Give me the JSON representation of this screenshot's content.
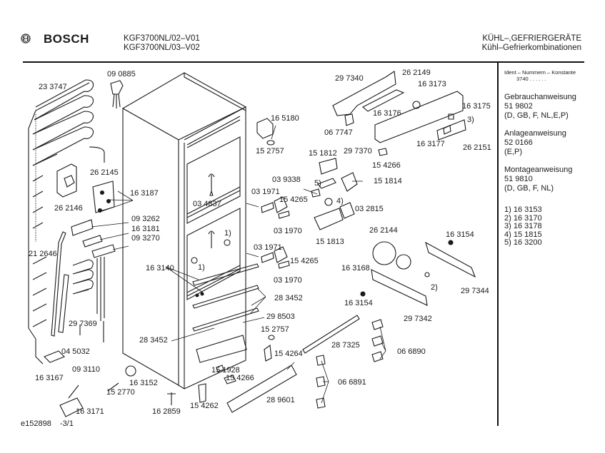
{
  "header": {
    "brand_icon": "bosch-logo-icon",
    "brand": "BOSCH",
    "models": [
      "KGF3700NL/02–V01",
      "KGF3700NL/03–V02"
    ],
    "category_upper": "KÜHL–,GEFRIERGERÄTE",
    "category": "Kühl–Gefrierkombinationen"
  },
  "sidebar": {
    "ident_label": "Ident – Nummern – Konstante",
    "ident_value": "3740 . . . . . .",
    "documents": [
      {
        "title": "Gebrauchanweisung",
        "number": "51 9802",
        "langs": "(D, GB, F, NL,E,P)"
      },
      {
        "title": "Anlageanweisung",
        "number": "52 0166",
        "langs": "(E,P)"
      },
      {
        "title": "Montageanweisung",
        "number": "51 9810",
        "langs": "(D, GB, F, NL)"
      }
    ],
    "footnotes": [
      "1)  16 3153",
      "2)  16 3170",
      "3)  16 3178",
      "4)  15 1815",
      "5)  16 3200"
    ]
  },
  "parts": [
    "23 3747",
    "09 0885",
    "26 2145",
    "16 3187",
    "26 2146",
    "09 3262",
    "16 3181",
    "09 3270",
    "21 2646",
    "16 3140",
    "29 7369",
    "04 5032",
    "09 3110",
    "16 3167",
    "16 3171",
    "15 2770",
    "16 3152",
    "16 2859",
    "28 3452",
    "15 4262",
    "15 1928",
    "15 4266",
    "15 4264",
    "28 9601",
    "15 2757",
    "29 8503",
    "28 3452",
    "03 1971",
    "15 4265",
    "03 1970",
    "03 1971",
    "15 4265",
    "03 1970",
    "03 4837",
    "1)",
    "1)",
    "16 5180",
    "15 2757",
    "03 9338",
    "5)",
    "15 1812",
    "15 1814",
    "4)",
    "03 2815",
    "15 1813",
    "29 7340",
    "26 2149",
    "16 3173",
    "16 3176",
    "06 7747",
    "29 7370",
    "15 4266",
    "16 3175",
    "3)",
    "16 3177",
    "26 2151",
    "26 2144",
    "16  3168",
    "16 3154",
    "2)",
    "29 7344",
    "16 3154",
    "29 7342",
    "28 7325",
    "06 6890",
    "06 6891"
  ],
  "footer": {
    "doc_id": "e152898",
    "page": "-3/1"
  }
}
